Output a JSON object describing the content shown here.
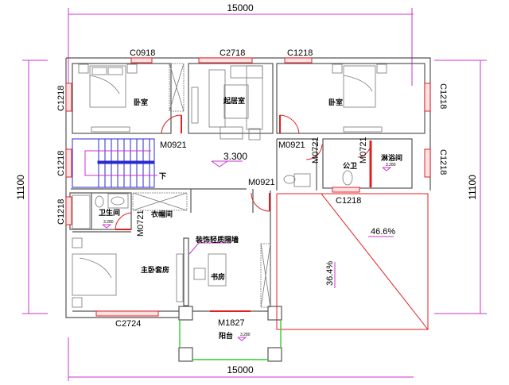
{
  "dimensions": {
    "top_width": "15000",
    "bottom_width": "15000",
    "left_height": "11100",
    "right_height": "11100"
  },
  "windows": {
    "top_left": "C0918",
    "top_middle": "C2718",
    "top_right": "C1218",
    "left_upper": "C1218",
    "left_middle": "C1218",
    "left_lower": "C1218",
    "right_upper": "C1218",
    "right_middle": "C1218",
    "bath_bottom": "C1218",
    "bottom_left": "C2724"
  },
  "doors": {
    "bedroom_left": "M0921",
    "bedroom_right": "M0921",
    "hall_right": "M0921",
    "closet": "M0721",
    "public_wc": "M0721",
    "shower": "M0721",
    "balcony": "M1827"
  },
  "rooms": {
    "bedroom_left": "卧室",
    "living": "起居室",
    "bedroom_right": "卧室",
    "public_wc": "公卫",
    "shower": "淋浴间",
    "bathroom": "卫生间",
    "closet": "衣帽间",
    "master_suite": "主卧套房",
    "partition": "装饰轻质隔墙",
    "study": "书房",
    "balcony": "阳台"
  },
  "levels": {
    "hall": "3.300",
    "shower": "3.280",
    "bathroom": "3.280",
    "balcony": "3.280"
  },
  "stairs": {
    "direction": "下"
  },
  "roof": {
    "slope_horizontal": "46.6%",
    "slope_vertical": "36.4%"
  },
  "colors": {
    "wall": "#555555",
    "window": "#e8202a",
    "dimension": "#cc33cc",
    "stairs": "#2a2ad0",
    "balcony_rail": "#33cc33",
    "roof": "#e02020"
  }
}
